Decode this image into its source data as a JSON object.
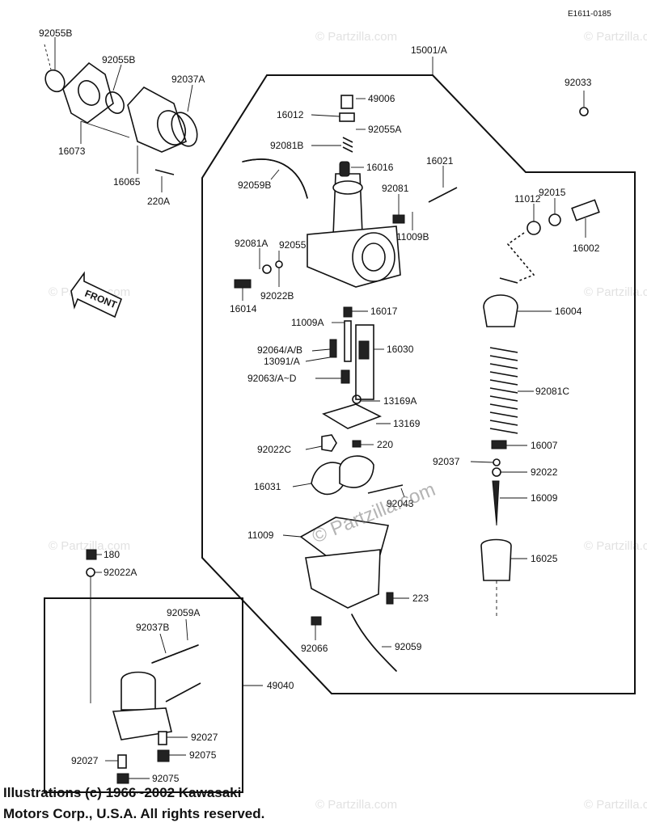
{
  "diagram": {
    "drawing_code": "E1611-0185",
    "front_label": "FRONT",
    "watermark_center": "© Partzilla.com",
    "watermark_tile": "© Partzilla.com",
    "copyright": {
      "line1": "Illustrations (c) 1966~2002 Kawasaki",
      "line2": "Motors Corp., U.S.A.  All rights reserved."
    },
    "parts": [
      {
        "id": "p1",
        "label": "92055B"
      },
      {
        "id": "p2",
        "label": "92055B"
      },
      {
        "id": "p3",
        "label": "92037A"
      },
      {
        "id": "p4",
        "label": "16073"
      },
      {
        "id": "p5",
        "label": "16065"
      },
      {
        "id": "p6",
        "label": "220A"
      },
      {
        "id": "p7",
        "label": "15001/A"
      },
      {
        "id": "p8",
        "label": "49006"
      },
      {
        "id": "p9",
        "label": "16012"
      },
      {
        "id": "p10",
        "label": "92055A"
      },
      {
        "id": "p11",
        "label": "92081B"
      },
      {
        "id": "p12",
        "label": "16016"
      },
      {
        "id": "p13",
        "label": "92059B"
      },
      {
        "id": "p14",
        "label": "16021"
      },
      {
        "id": "p15",
        "label": "92081"
      },
      {
        "id": "p16",
        "label": "11009B"
      },
      {
        "id": "p17",
        "label": "92033"
      },
      {
        "id": "p18",
        "label": "11012"
      },
      {
        "id": "p19",
        "label": "92015"
      },
      {
        "id": "p20",
        "label": "16002"
      },
      {
        "id": "p21",
        "label": "92081A"
      },
      {
        "id": "p22",
        "label": "92055"
      },
      {
        "id": "p23",
        "label": "92022B"
      },
      {
        "id": "p24",
        "label": "16014"
      },
      {
        "id": "p25",
        "label": "16017"
      },
      {
        "id": "p26",
        "label": "11009A"
      },
      {
        "id": "p27",
        "label": "16004"
      },
      {
        "id": "p28",
        "label": "92064/A/B"
      },
      {
        "id": "p29",
        "label": "16030"
      },
      {
        "id": "p30",
        "label": "13091/A"
      },
      {
        "id": "p31",
        "label": "92063/A~D"
      },
      {
        "id": "p32",
        "label": "92081C"
      },
      {
        "id": "p33",
        "label": "13169A"
      },
      {
        "id": "p34",
        "label": "13169"
      },
      {
        "id": "p35",
        "label": "92022C"
      },
      {
        "id": "p36",
        "label": "220"
      },
      {
        "id": "p37",
        "label": "16007"
      },
      {
        "id": "p38",
        "label": "92037"
      },
      {
        "id": "p39",
        "label": "92022"
      },
      {
        "id": "p40",
        "label": "16031"
      },
      {
        "id": "p41",
        "label": "92043"
      },
      {
        "id": "p42",
        "label": "16009"
      },
      {
        "id": "p43",
        "label": "11009"
      },
      {
        "id": "p44",
        "label": "16025"
      },
      {
        "id": "p45",
        "label": "180"
      },
      {
        "id": "p46",
        "label": "92022A"
      },
      {
        "id": "p47",
        "label": "223"
      },
      {
        "id": "p48",
        "label": "92059A"
      },
      {
        "id": "p49",
        "label": "92037B"
      },
      {
        "id": "p50",
        "label": "92066"
      },
      {
        "id": "p51",
        "label": "92059"
      },
      {
        "id": "p52",
        "label": "49040"
      },
      {
        "id": "p53",
        "label": "92027"
      },
      {
        "id": "p54",
        "label": "92027"
      },
      {
        "id": "p55",
        "label": "92075"
      },
      {
        "id": "p56",
        "label": "92075"
      }
    ]
  }
}
